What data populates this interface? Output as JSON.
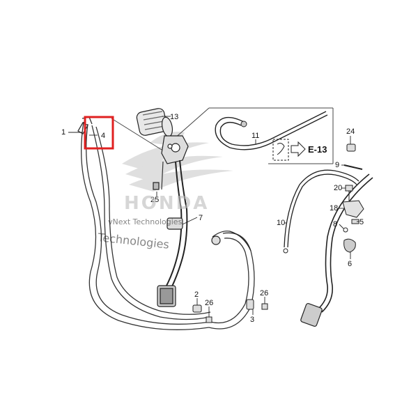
{
  "diagram": {
    "part_labels": [
      "1",
      "4",
      "13",
      "25",
      "7",
      "11",
      "24",
      "9",
      "20",
      "18",
      "5",
      "8",
      "10",
      "6",
      "2",
      "26",
      "26",
      "3"
    ],
    "reference_code": "E-13",
    "watermark_logo": "HONDA",
    "watermark_line1": "vNext Technologies",
    "watermark_line2": "Technologies",
    "colors": {
      "highlight": "#e02020",
      "ink": "#222222",
      "logo_wing": "#cfcfcf"
    }
  }
}
